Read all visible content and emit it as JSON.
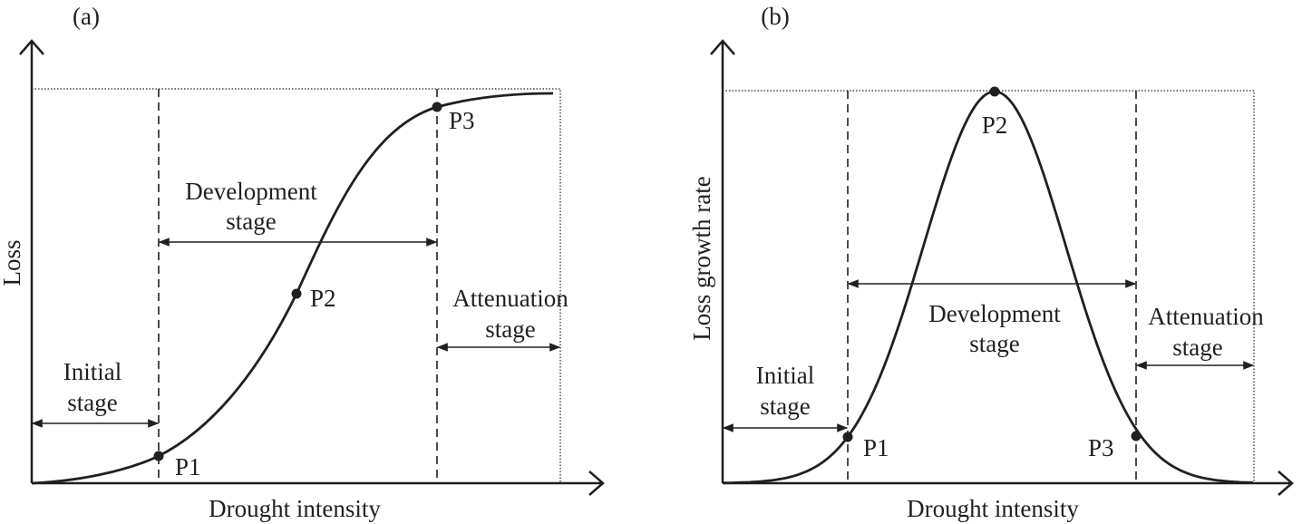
{
  "panel_a": {
    "label": "(a)",
    "y_label": "Loss",
    "x_label": "Drought intensity",
    "stages": {
      "initial": [
        "Initial",
        "stage"
      ],
      "development": [
        "Development",
        "stage"
      ],
      "attenuation": [
        "Attenuation",
        "stage"
      ]
    },
    "points": [
      "P1",
      "P2",
      "P3"
    ]
  },
  "panel_b": {
    "label": "(b)",
    "y_label": "Loss growth rate",
    "x_label": "Drought intensity",
    "stages": {
      "initial": [
        "Initial",
        "stage"
      ],
      "development": [
        "Development",
        "stage"
      ],
      "attenuation": [
        "Attenuation",
        "stage"
      ]
    },
    "points": [
      "P1",
      "P2",
      "P3"
    ]
  },
  "colors": {
    "ink": "#231f20"
  }
}
